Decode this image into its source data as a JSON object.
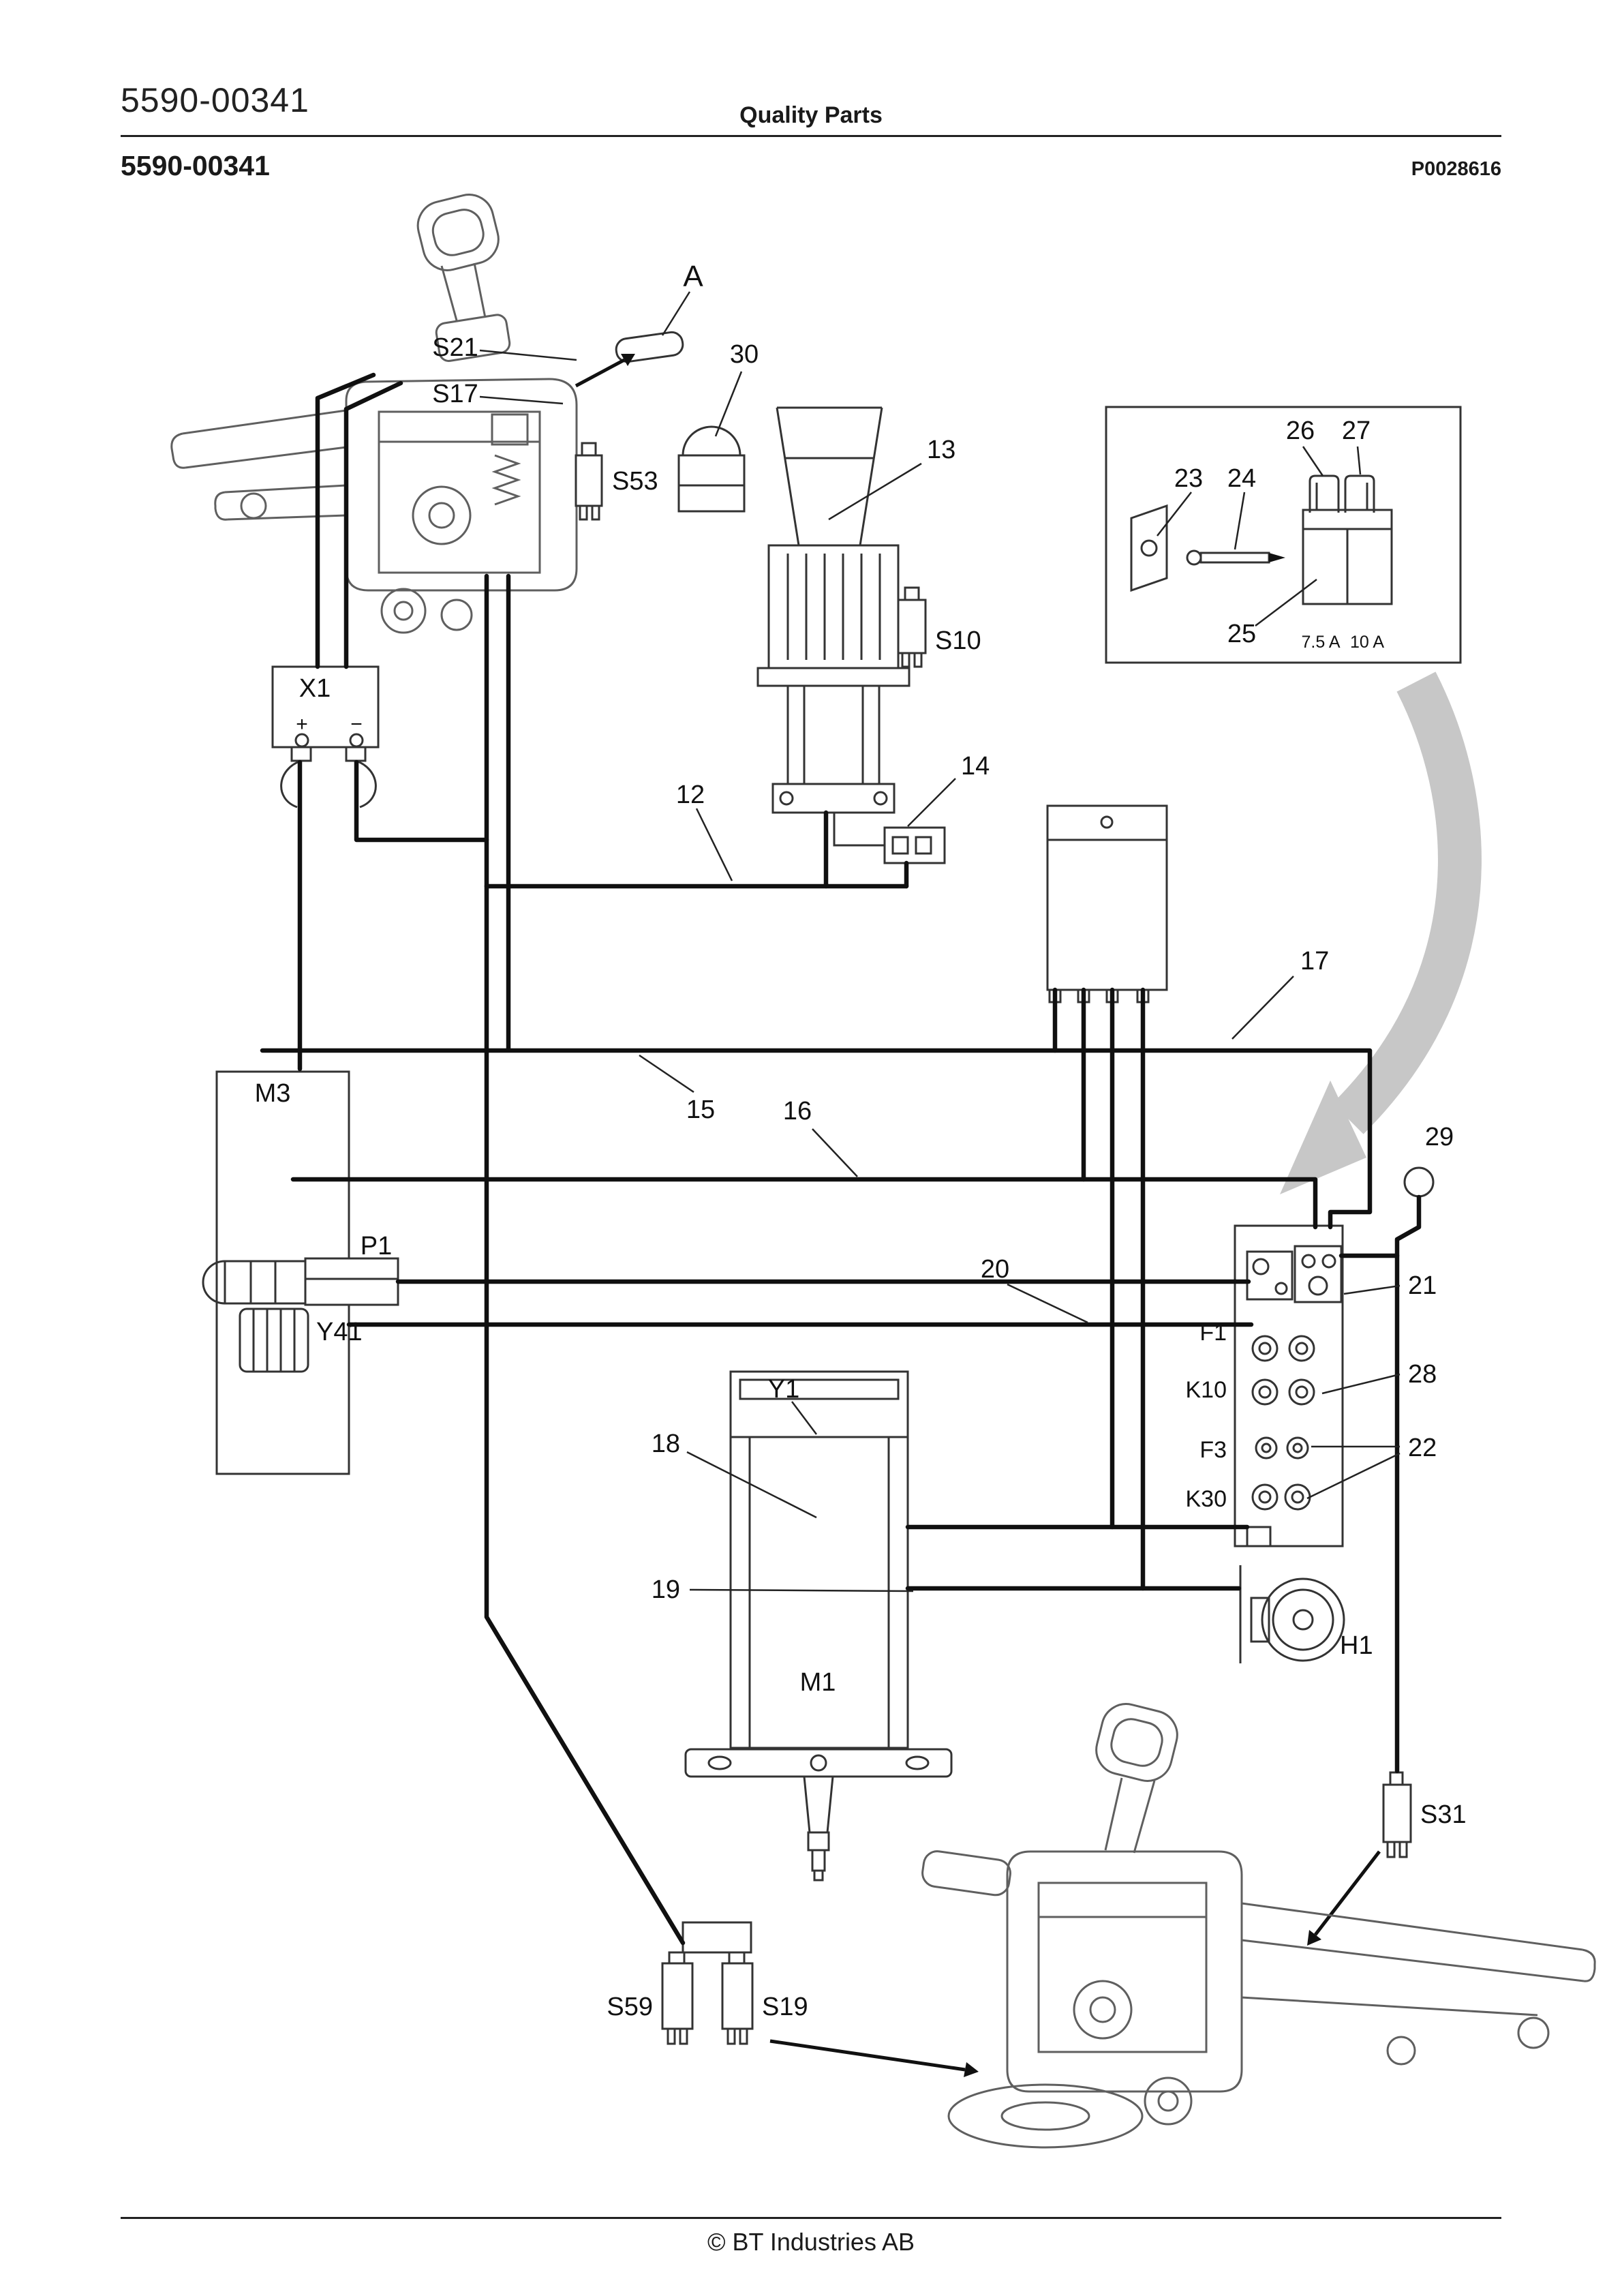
{
  "header": {
    "doc_number_top": "5590-00341",
    "title": "Quality Parts",
    "doc_number_bold": "5590-00341",
    "image_code": "P0028616"
  },
  "footer": {
    "copyright": "© BT Industries AB"
  },
  "labels": {
    "a": "A",
    "s21": "S21",
    "s17": "S17",
    "s53": "S53",
    "n30": "30",
    "n13": "13",
    "s10": "S10",
    "n14": "14",
    "n12": "12",
    "x1": "X1",
    "x1_plus": "+",
    "x1_minus": "−",
    "n23": "23",
    "n24": "24",
    "n25": "25",
    "n26": "26",
    "n27": "27",
    "fuse_rating_1": "7.5 A",
    "fuse_rating_2": "10 A",
    "n17": "17",
    "m3": "M3",
    "n15": "15",
    "n16": "16",
    "n29": "29",
    "p1": "P1",
    "y41": "Y41",
    "n20": "20",
    "f1": "F1",
    "k10": "K10",
    "f3": "F3",
    "k30": "K30",
    "n21": "21",
    "n28": "28",
    "n22": "22",
    "y1": "Y1",
    "n18": "18",
    "n19": "19",
    "m1": "M1",
    "h1": "H1",
    "s31": "S31",
    "s59": "S59",
    "s19": "S19"
  }
}
